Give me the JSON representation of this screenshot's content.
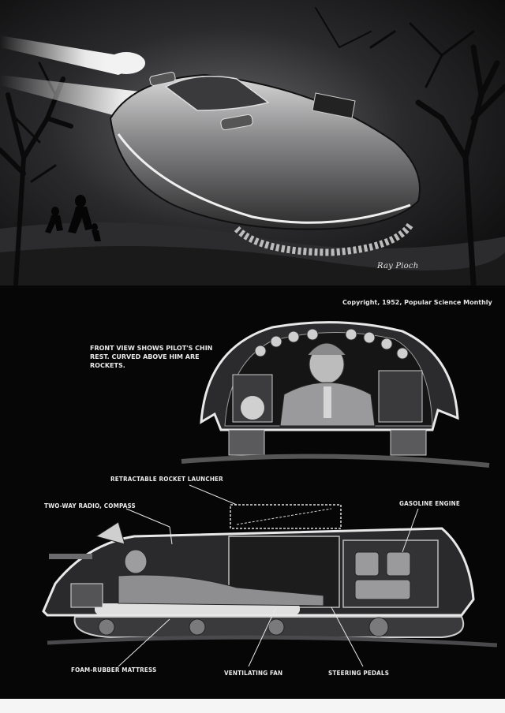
{
  "copyright": "Copyright, 1952, Popular Science Monthly",
  "signature": "Ray Pioch",
  "front_view_caption": "FRONT VIEW SHOWS PILOT'S CHIN REST. CURVED ABOVE HIM ARE ROCKETS.",
  "labels": {
    "retractable_rocket_launcher": "RETRACTABLE ROCKET LAUNCHER",
    "two_way_radio": "TWO-WAY RADIO, COMPASS",
    "gasoline_engine": "GASOLINE ENGINE",
    "foam_rubber_mattress": "FOAM-RUBBER MATTRESS",
    "ventilating_fan": "VENTILATING FAN",
    "steering_pedals": "STEERING PEDALS"
  }
}
